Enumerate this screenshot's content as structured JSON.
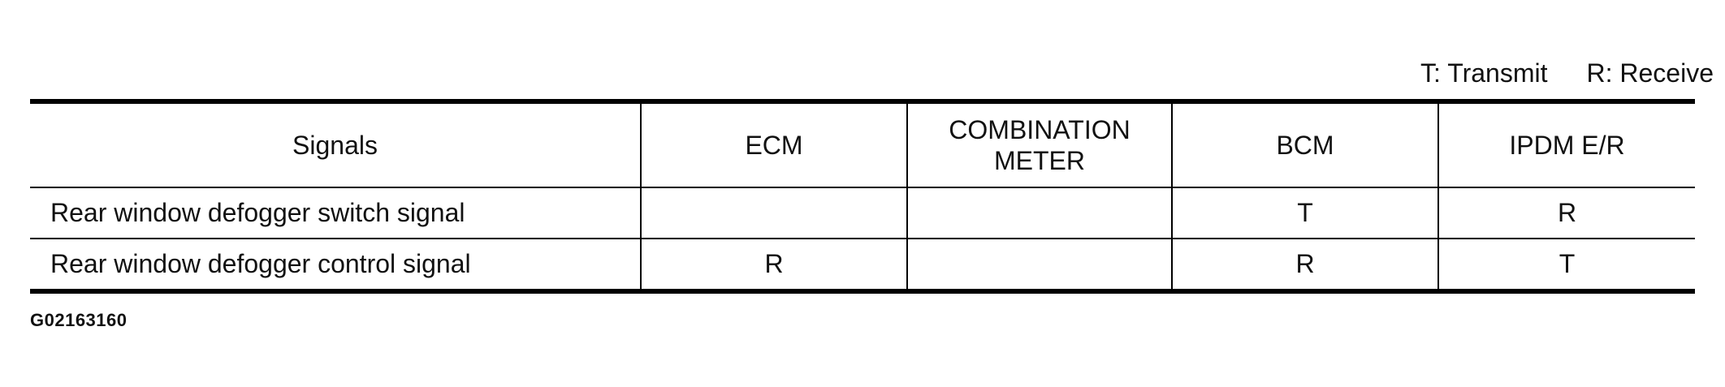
{
  "legend": {
    "transmit": "T: Transmit",
    "receive": "R: Receive"
  },
  "table": {
    "headers": [
      "Signals",
      "ECM",
      "COMBINATION METER",
      "BCM",
      "IPDM E/R"
    ],
    "rows": [
      [
        "Rear window defogger switch signal",
        "",
        "",
        "T",
        "R"
      ],
      [
        "Rear window defogger control signal",
        "R",
        "",
        "R",
        "T"
      ]
    ]
  },
  "figure_id": "G02163160"
}
